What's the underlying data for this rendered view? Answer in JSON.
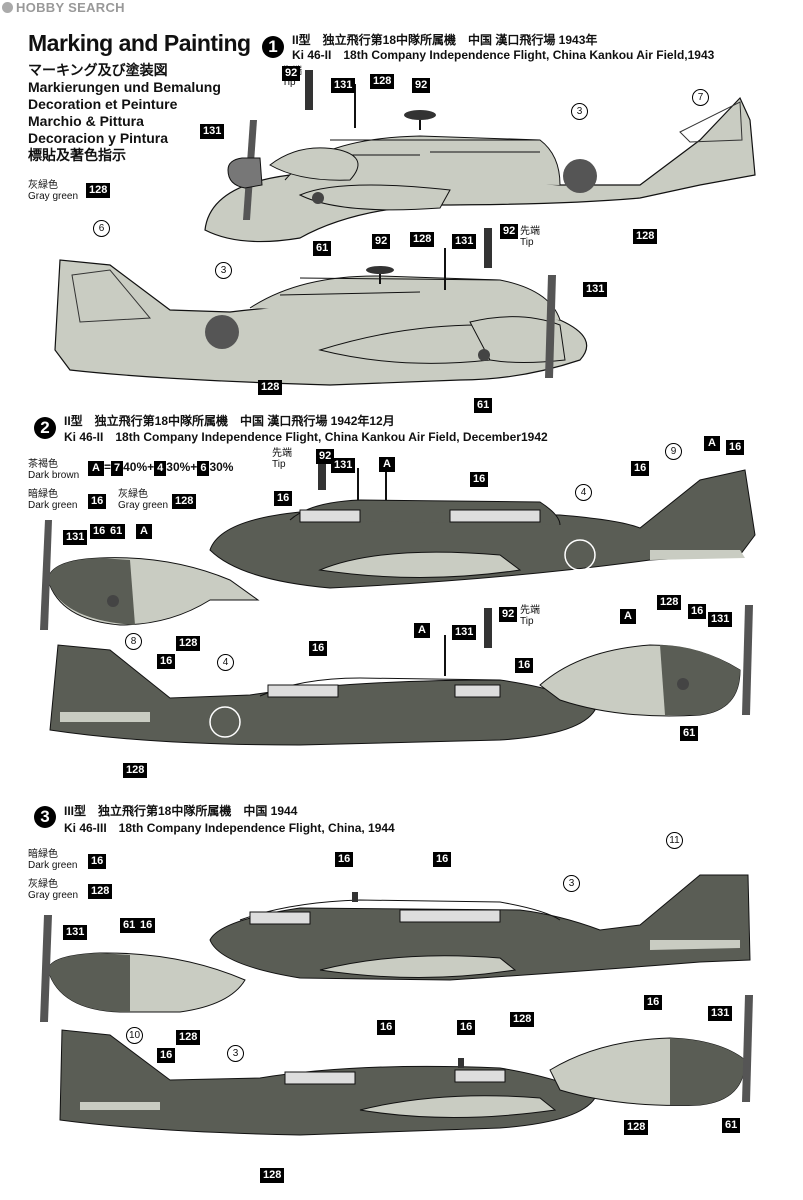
{
  "watermark": "HOBBY SEARCH",
  "title": "Marking and Painting",
  "subtitles": [
    "マーキング及び塗装図",
    "Markierungen und Bemalung",
    "Decoration et Peinture",
    "Marchio & Pittura",
    "Decoracion y Pintura",
    "標貼及著色指示"
  ],
  "section1": {
    "number": "1",
    "jp": "II型　独立飛行第18中隊所属機　中国 漢口飛行場 1943年",
    "en": "Ki 46-II　18th Company Independence Flight, China Kankou Air Field,1943",
    "legend": [
      {
        "jp": "灰緑色",
        "en": "Gray green",
        "code": "128"
      }
    ],
    "tip_jp": "先端",
    "tip_en": "Tip"
  },
  "section2": {
    "number": "2",
    "jp": "II型　独立飛行第18中隊所属機　中国 漢口飛行場 1942年12月",
    "en": "Ki 46-II　18th Company Independence Flight, China Kankou Air Field, December1942",
    "dark_brown_jp": "茶褐色",
    "dark_brown_en": "Dark brown",
    "mix": {
      "a": "A",
      "eq": "=",
      "c1": "7",
      "p1": "40%",
      "plus1": "+",
      "c2": "4",
      "p2": "30%",
      "plus2": "+",
      "c3": "6",
      "p3": "30%"
    },
    "legend": [
      {
        "jp": "暗緑色",
        "en": "Dark green",
        "code": "16"
      },
      {
        "jp": "灰緑色",
        "en": "Gray green",
        "code": "128"
      }
    ],
    "tip_jp": "先端",
    "tip_en": "Tip"
  },
  "section3": {
    "number": "3",
    "jp": "III型　独立飛行第18中隊所属機　中国 1944",
    "en": "Ki 46-III　18th Company Independence Flight, China, 1944",
    "legend": [
      {
        "jp": "暗緑色",
        "en": "Dark green",
        "code": "16"
      },
      {
        "jp": "灰緑色",
        "en": "Gray green",
        "code": "128"
      }
    ]
  },
  "colors": {
    "gray_green": "#c9ccc2",
    "dark_green": "#5a5d55",
    "mid": "#8a8d85",
    "ink": "#111111"
  },
  "codes": {
    "c92": "92",
    "c131": "131",
    "c128": "128",
    "c16": "16",
    "c61": "61",
    "cA": "A"
  },
  "markers": {
    "m3": "3",
    "m4": "4",
    "m6": "6",
    "m7": "7",
    "m8": "8",
    "m9": "9",
    "m10": "10",
    "m11": "11"
  }
}
